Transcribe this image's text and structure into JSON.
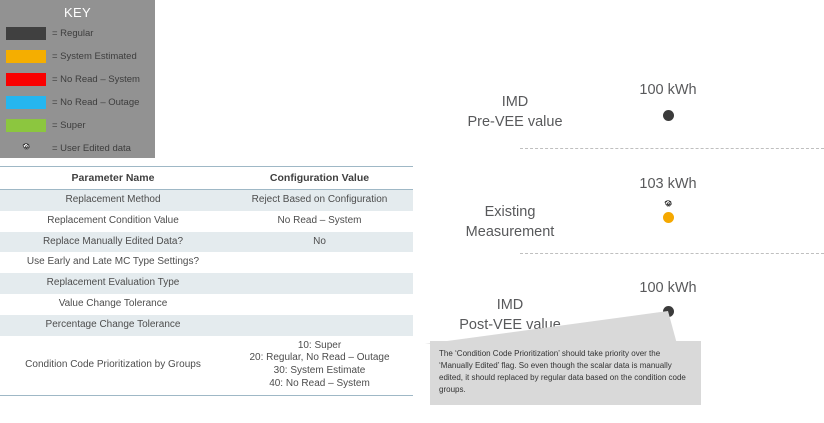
{
  "key": {
    "title": "KEY",
    "items": [
      {
        "label": "= Regular",
        "color": "#404040",
        "icon": "color-swatch"
      },
      {
        "label": "= System Estimated",
        "color": "#f5ae00",
        "icon": "color-swatch"
      },
      {
        "label": "= No Read – System",
        "color": "#fa0000",
        "icon": "color-swatch"
      },
      {
        "label": "= No Read – Outage",
        "color": "#25b6ef",
        "icon": "color-swatch"
      },
      {
        "label": "= Super",
        "color": "#8cc63f",
        "icon": "color-swatch"
      },
      {
        "label": "= User Edited data",
        "color": "#ffffff",
        "icon": "gear-icon"
      }
    ]
  },
  "table": {
    "headers": [
      "Parameter Name",
      "Configuration Value"
    ],
    "rows": [
      {
        "name": "Replacement Method",
        "value": "Reject Based on Configuration"
      },
      {
        "name": "Replacement Condition Value",
        "value": "No Read – System"
      },
      {
        "name": "Replace Manually Edited Data?",
        "value": "No"
      },
      {
        "name": "Use Early and Late MC Type Settings?",
        "value": ""
      },
      {
        "name": "Replacement Evaluation Type",
        "value": ""
      },
      {
        "name": "Value Change Tolerance",
        "value": ""
      },
      {
        "name": "Percentage Change Tolerance",
        "value": ""
      },
      {
        "name": "Condition Code Prioritization by Groups",
        "value": "10: Super\n20: Regular, No Read – Outage\n30: System Estimate\n40: No Read – System"
      }
    ]
  },
  "diagram": {
    "stages": [
      {
        "label": "IMD\nPre-VEE value",
        "value": "100 kWh",
        "marker_color": "#3b3b3b",
        "marker_type": "dot",
        "has_gear": false
      },
      {
        "label": "Existing\nMeasurement",
        "value": "103 kWh",
        "marker_color": "#f5a800",
        "marker_type": "dot",
        "has_gear": true
      },
      {
        "label": "IMD\nPost-VEE value",
        "value": "100 kWh",
        "marker_color": "#3b3b3b",
        "marker_type": "dot",
        "has_gear": false
      }
    ],
    "callout": {
      "text": "The ‘Condition Code Prioritization’ should take priority over the ‘Manually Edited’ flag.  So even though the scalar data is manually edited, it should replaced by regular data based on the condition code groups."
    }
  }
}
